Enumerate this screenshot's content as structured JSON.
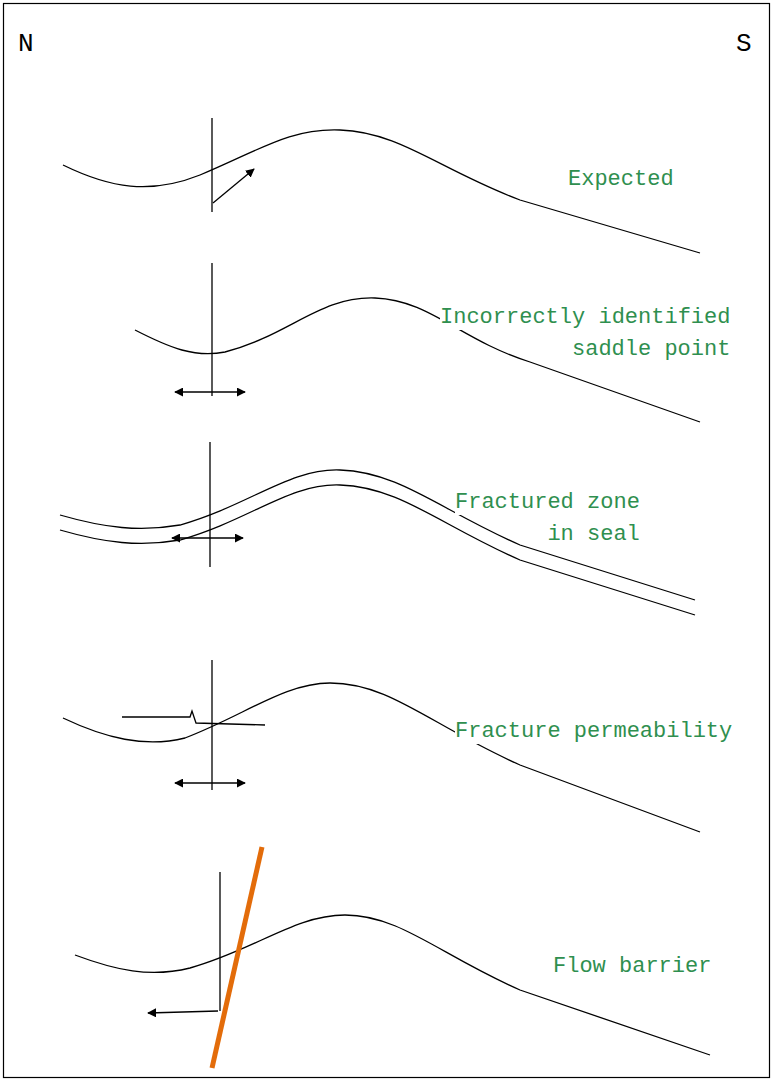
{
  "diagram": {
    "labels": [
      "N",
      "S",
      "Expected",
      "Incorrectly identified saddle point",
      "Fractured zone in seal",
      "Fracture permeability",
      "Flow barrier"
    ]
  }
}
